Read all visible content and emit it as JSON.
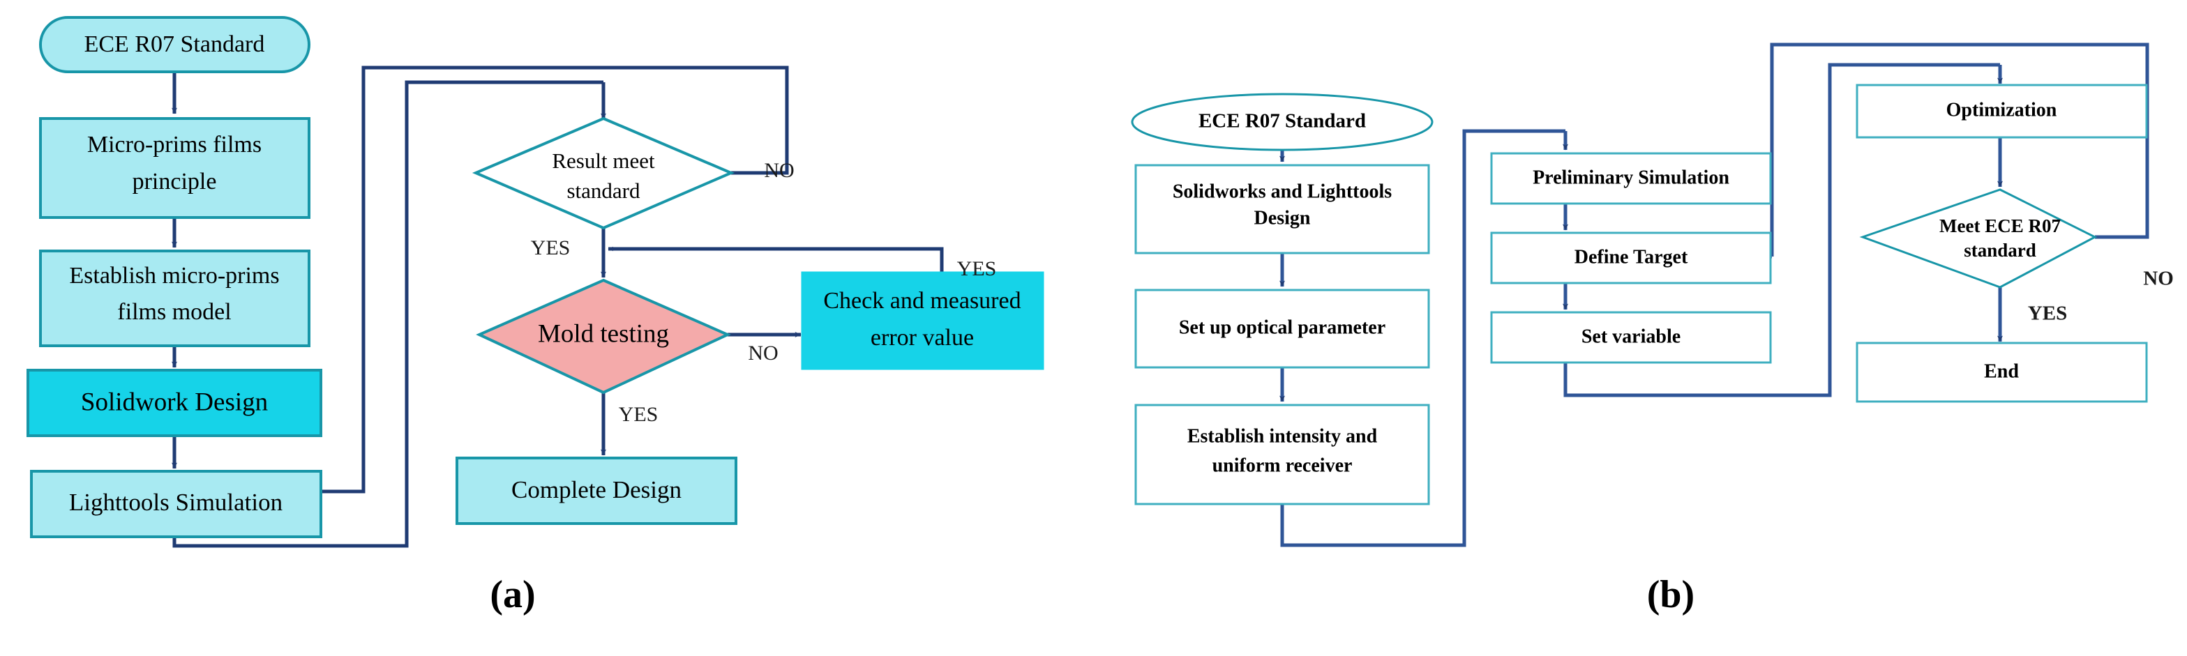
{
  "figure": {
    "panel_a_label": "(a)",
    "panel_b_label": "(b)"
  },
  "colors": {
    "light_cyan_fill": "#A8EAF2",
    "bright_cyan_fill": "#16D3E8",
    "pink_fill": "#F4AAAA",
    "white_fill": "#FFFFFF",
    "teal_stroke": "#1896A8",
    "teal_light_stroke": "#3FAFC0",
    "navy_connector": "#1F3B73",
    "text_color": "#000000"
  },
  "panel_a": {
    "nodes": {
      "start": {
        "label": "ECE R07 Standard",
        "shape": "stadium",
        "fill": "light_cyan_fill"
      },
      "principle": {
        "line1": "Micro-prims films",
        "line2": "principle",
        "shape": "rect",
        "fill": "light_cyan_fill"
      },
      "model": {
        "line1": "Establish micro-prims",
        "line2": "films model",
        "shape": "rect",
        "fill": "light_cyan_fill"
      },
      "solidwork": {
        "label": "Solidwork Design",
        "shape": "rect",
        "fill": "bright_cyan_fill"
      },
      "lighttools": {
        "label": "Lighttools Simulation",
        "shape": "rect",
        "fill": "light_cyan_fill"
      },
      "result_decision": {
        "line1": "Result meet",
        "line2": "standard",
        "shape": "diamond",
        "fill": "white_fill"
      },
      "mold_decision": {
        "label": "Mold testing",
        "shape": "diamond",
        "fill": "pink_fill"
      },
      "check_error": {
        "line1": "Check and measured",
        "line2": "error value",
        "shape": "rect",
        "fill": "bright_cyan_fill"
      },
      "complete": {
        "label": "Complete Design",
        "shape": "rect",
        "fill": "light_cyan_fill"
      }
    },
    "edge_labels": {
      "result_no": "NO",
      "result_yes": "YES",
      "mold_no": "NO",
      "mold_yes": "YES",
      "check_yes": "YES"
    }
  },
  "panel_b": {
    "nodes": {
      "start": {
        "label": "ECE R07 Standard",
        "shape": "ellipse",
        "fill": "white_fill"
      },
      "design": {
        "line1": "Solidworks and Lighttools",
        "line2": "Design",
        "shape": "rect",
        "fill": "white_fill"
      },
      "optical": {
        "label": "Set up optical parameter",
        "shape": "rect",
        "fill": "white_fill"
      },
      "intensity": {
        "line1": "Establish intensity and",
        "line2": "uniform receiver",
        "shape": "rect",
        "fill": "white_fill"
      },
      "prelim": {
        "label": "Preliminary Simulation",
        "shape": "rect",
        "fill": "white_fill"
      },
      "target": {
        "label": "Define Target",
        "shape": "rect",
        "fill": "white_fill"
      },
      "variable": {
        "label": "Set variable",
        "shape": "rect",
        "fill": "white_fill"
      },
      "optimization": {
        "label": "Optimization",
        "shape": "rect",
        "fill": "white_fill"
      },
      "meet_decision": {
        "line1": "Meet ECE R07",
        "line2": "standard",
        "shape": "diamond",
        "fill": "white_fill"
      },
      "end": {
        "label": "End",
        "shape": "rect",
        "fill": "white_fill"
      }
    },
    "edge_labels": {
      "meet_no": "NO",
      "meet_yes": "YES"
    }
  }
}
